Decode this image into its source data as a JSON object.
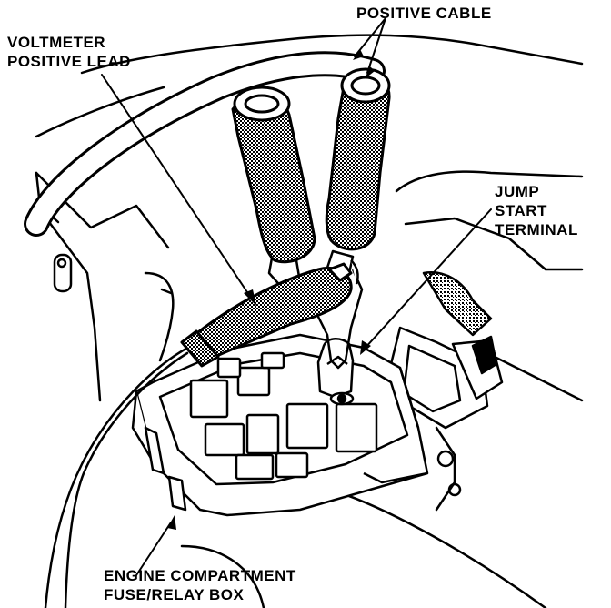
{
  "callouts": {
    "positive_cable": "POSITIVE CABLE",
    "voltmeter_positive_lead": [
      "VOLTMETER",
      "POSITIVE LEAD"
    ],
    "jump_start_terminal": [
      "JUMP",
      "START",
      "TERMINAL"
    ],
    "engine_compartment_fuse_relay_box": [
      "ENGINE COMPARTMENT",
      "FUSE/RELAY BOX"
    ]
  },
  "colors": {
    "ink": "#000000",
    "paper": "#ffffff",
    "stipple": "#000000"
  }
}
